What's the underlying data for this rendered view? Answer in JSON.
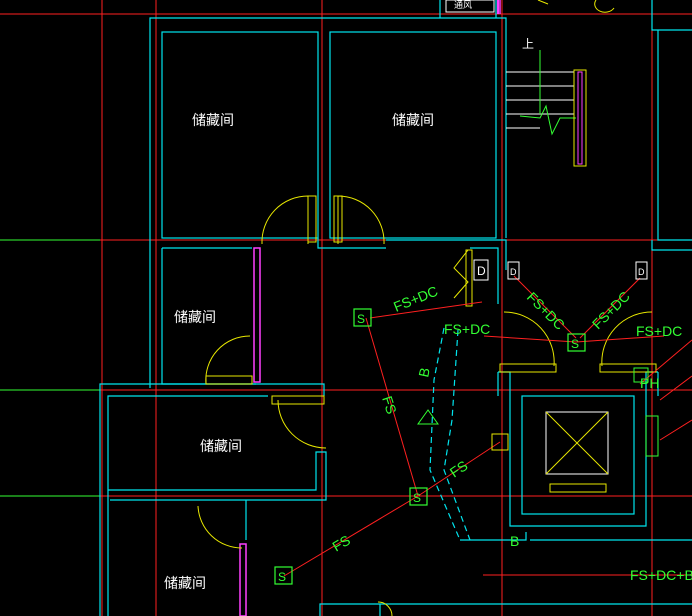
{
  "colors": {
    "background": "#000000",
    "axis_red": "#ff2020",
    "wall_cyan": "#00e5ee",
    "door_yellow": "#e8e800",
    "partition_magenta": "#ff40ff",
    "device_green": "#33ff33",
    "label_white": "#ffffff"
  },
  "rooms": [
    {
      "label": "储藏间"
    },
    {
      "label": "储藏间"
    },
    {
      "label": "储藏间"
    },
    {
      "label": "储藏间"
    },
    {
      "label": "储藏间"
    }
  ],
  "stair_label": "上",
  "top_cut_label": "通风",
  "annotations": {
    "fs_dc_1": "FS+DC",
    "fs_dc_2": "FS+DC",
    "fs_dc_3": "FS+DC",
    "fs_dc_4": "FS+DC",
    "fs_dc_5": "FS+DC",
    "fs_dc_b": "FS+DC+B",
    "fs_1": "FS",
    "fs_2": "FS",
    "fs_3": "FS",
    "b_1": "B",
    "b_2": "B",
    "ph": "PH"
  },
  "device_symbols": {
    "s": "S",
    "d": "D"
  }
}
